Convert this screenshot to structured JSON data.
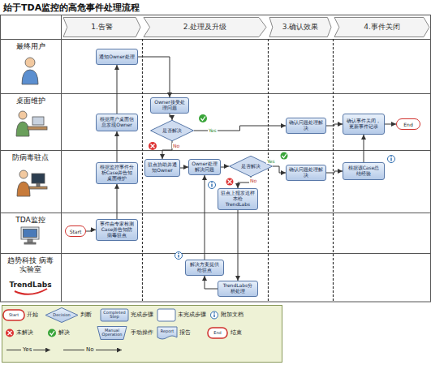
{
  "diagram": {
    "title": "始于TDA监控的高危事件处理流程",
    "nodes": [
      {
        "text": [
          "1.告警"
        ]
      },
      {
        "text": [
          "2.处理及升级"
        ]
      },
      {
        "text": [
          "3.确认效果"
        ]
      },
      {
        "text": [
          "4.事件关闭"
        ]
      },
      {
        "text": [
          "最终用户"
        ]
      },
      {
        "text": [
          "通知Owner处理"
        ],
        "in": 4
      },
      {
        "text": [
          "桌面维护"
        ]
      },
      {
        "text": [
          "根据用户桌面信息发现Owner"
        ],
        "in": 6
      },
      {
        "text": [
          "Owner接受处理问题"
        ],
        "in": 6
      },
      {
        "text": [
          "是否解决"
        ],
        "in": 6
      },
      {
        "text": [
          "确认问题处理解决"
        ],
        "in": 6
      },
      {
        "text": [
          "确认事件关闭，更新事件记录"
        ],
        "in": 6
      },
      {
        "text": [
          "End"
        ],
        "in": 6
      },
      {
        "text": [
          "防病毒驻点"
        ]
      },
      {
        "text": [
          "根据监控事件分析Case并告知桌面维护"
        ],
        "in": 13
      },
      {
        "text": [
          "驻点协助并通知Owner"
        ],
        "in": 13
      },
      {
        "text": [
          "Owner处理解决问题"
        ],
        "in": 13
      },
      {
        "text": [
          "是否解决"
        ],
        "in": 13
      },
      {
        "text": [
          "驻点上报发送样本给TrendLabs"
        ],
        "in": 13
      },
      {
        "text": [
          "确认问题处理解决"
        ],
        "in": 13
      },
      {
        "text": [
          "根据该Case总结经验"
        ],
        "in": 13
      },
      {
        "text": [
          "TDA监控"
        ]
      },
      {
        "text": [
          "Start"
        ],
        "in": 21
      },
      {
        "text": [
          "事件由专家检测Case并告知防病毒驻点"
        ],
        "in": 21
      },
      {
        "text": [
          "趋势科技 病毒实验室",
          "TrendLabs"
        ]
      },
      {
        "text": [
          "解决方案提供给驻点"
        ],
        "in": 24
      },
      {
        "text": [
          "TrendLabs分析处理"
        ],
        "in": 24
      }
    ],
    "edges": [
      {
        "from": 22,
        "to": 23,
        "arrow": "to"
      },
      {
        "from": 23,
        "to": 14,
        "arrow": "to"
      },
      {
        "from": 14,
        "to": 7,
        "arrow": "to"
      },
      {
        "from": 7,
        "to": 5,
        "arrow": "to"
      },
      {
        "from": 5,
        "to": 8,
        "arrow": "to"
      },
      {
        "from": 8,
        "to": 9,
        "arrow": "to"
      },
      {
        "from": 9,
        "to": 10,
        "label": "Yes",
        "arrow": "to"
      },
      {
        "from": 10,
        "to": 11,
        "arrow": "to"
      },
      {
        "from": 11,
        "to": 12,
        "arrow": "to"
      },
      {
        "from": 9,
        "to": 15,
        "label": "No",
        "arrow": "to"
      },
      {
        "from": 15,
        "to": 16,
        "arrow": "to"
      },
      {
        "from": 16,
        "to": 17,
        "arrow": "to"
      },
      {
        "from": 17,
        "to": 19,
        "label": "Yes",
        "arrow": "to"
      },
      {
        "from": 19,
        "to": 20,
        "arrow": "to"
      },
      {
        "from": 20,
        "to": 11,
        "arrow": "to"
      },
      {
        "from": 17,
        "to": 18,
        "label": "No",
        "arrow": "to"
      },
      {
        "from": 18,
        "to": 26,
        "arrow": "to"
      },
      {
        "from": 26,
        "to": 25,
        "arrow": "to"
      },
      {
        "from": 25,
        "to": 16,
        "arrow": "to"
      }
    ],
    "labels": [
      "Start",
      "Decision",
      "Completed Step",
      "Manual Operation",
      "Report",
      "End"
    ],
    "legend": [
      {
        "text": "开始"
      },
      {
        "text": "判断"
      },
      {
        "text": "完成步骤"
      },
      {
        "text": "未完成步骤"
      },
      {
        "text": "附加文档"
      },
      {
        "text": "未解决"
      },
      {
        "text": "解决"
      },
      {
        "text": "手动操作"
      },
      {
        "text": "报告"
      },
      {
        "text": "结束"
      },
      {
        "text": "Yes"
      },
      {
        "text": "No"
      }
    ]
  }
}
